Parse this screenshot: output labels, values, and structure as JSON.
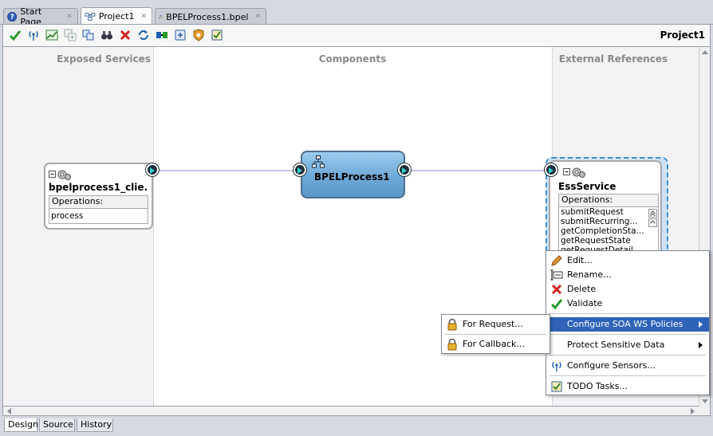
{
  "tabs": [
    {
      "label": "Start Page",
      "icon": "help-icon",
      "active": false
    },
    {
      "label": "Project1",
      "icon": "composite-icon",
      "active": true
    },
    {
      "label": "BPELProcess1.bpel",
      "icon": "bpel-process-icon",
      "active": false
    }
  ],
  "toolbar": {
    "project_title": "Project1",
    "icons": [
      "validate-check-icon",
      "sensor-icon",
      "chart-icon",
      "add-component-icon",
      "copy-icon",
      "find-binoculars-icon",
      "delete-x-icon",
      "refresh-icon",
      "wire-icon",
      "deploy-icon",
      "security-shield-icon",
      "todo-icon"
    ]
  },
  "lanes": {
    "exposed": "Exposed Services",
    "components": "Components",
    "external": "External References"
  },
  "client_service": {
    "name": "bpelprocess1_clie...",
    "ops_header": "Operations:",
    "operations": [
      "process"
    ]
  },
  "bpel_component": {
    "name": "BPELProcess1"
  },
  "ess_service": {
    "name": "EssService",
    "ops_header": "Operations:",
    "operations": [
      "submitRequest",
      "submitRecurring...",
      "getCompletionSta...",
      "getRequestState",
      "getRequestDetail"
    ]
  },
  "context_menu": {
    "edit": "Edit...",
    "rename": "Rename...",
    "delete": "Delete",
    "validate": "Validate",
    "configure_ws_policies": "Configure SOA WS Policies",
    "protect_data": "Protect Sensitive Data",
    "configure_sensors": "Configure Sensors...",
    "todo_tasks": "TODO Tasks..."
  },
  "submenu": {
    "for_request": "For Request...",
    "for_callback": "For Callback..."
  },
  "bottom_tabs": [
    "Design",
    "Source",
    "History"
  ],
  "colors": {
    "accent_highlight": "#2f63b9",
    "bpel_fill": "#6ea9d8",
    "selection_dash": "#3f8fd6",
    "wire": "#c9c3e6"
  }
}
